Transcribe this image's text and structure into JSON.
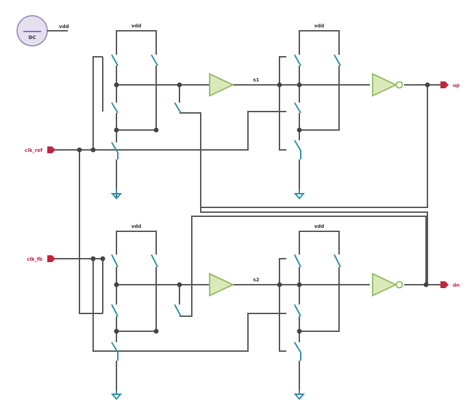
{
  "source": {
    "label": "DC",
    "net": "vdd"
  },
  "supply_labels": [
    "vdd",
    "vdd",
    "vdd",
    "vdd"
  ],
  "inputs": [
    {
      "name": "clk_ref"
    },
    {
      "name": "clk_fb"
    }
  ],
  "outputs": [
    {
      "name": "up"
    },
    {
      "name": "dn"
    }
  ],
  "internal_nets": [
    "s1",
    "s2"
  ],
  "colors": {
    "wire": "#555555",
    "transistor": "#2a8ea8",
    "buffer_fill": "#dbe9b8",
    "buffer_stroke": "#8fb860",
    "port": "#c0253f",
    "dot": "#444444",
    "source_fill": "#e4e0ef",
    "source_stroke": "#8a83b0"
  }
}
